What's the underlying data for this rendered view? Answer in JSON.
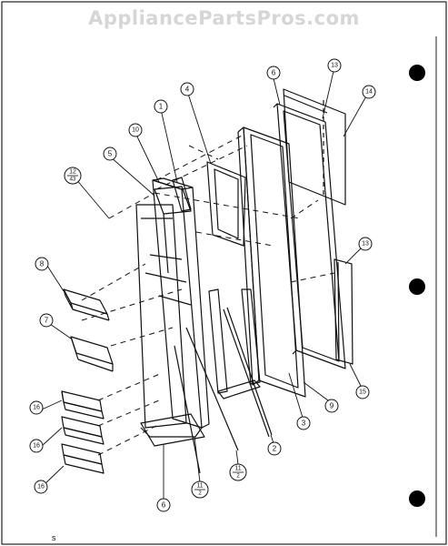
{
  "watermark": "AppliancePartsPros.com",
  "page_mark": "s",
  "callouts": {
    "c1": "1",
    "c2": "2",
    "c3": "3",
    "c4": "4",
    "c5": "5",
    "c6": "6",
    "c6b": "6",
    "c7": "7",
    "c8": "8",
    "c9": "9",
    "c10": "10",
    "c11a": "11",
    "c11b": "11",
    "c12": "12",
    "c13a": "13",
    "c13b": "13",
    "c14": "14",
    "c15": "15",
    "c16a": "16",
    "c16b": "16",
    "c16c": "16"
  },
  "fractions": {
    "f11a_den": "2",
    "f11b_den": "2",
    "f12_den": "43"
  }
}
